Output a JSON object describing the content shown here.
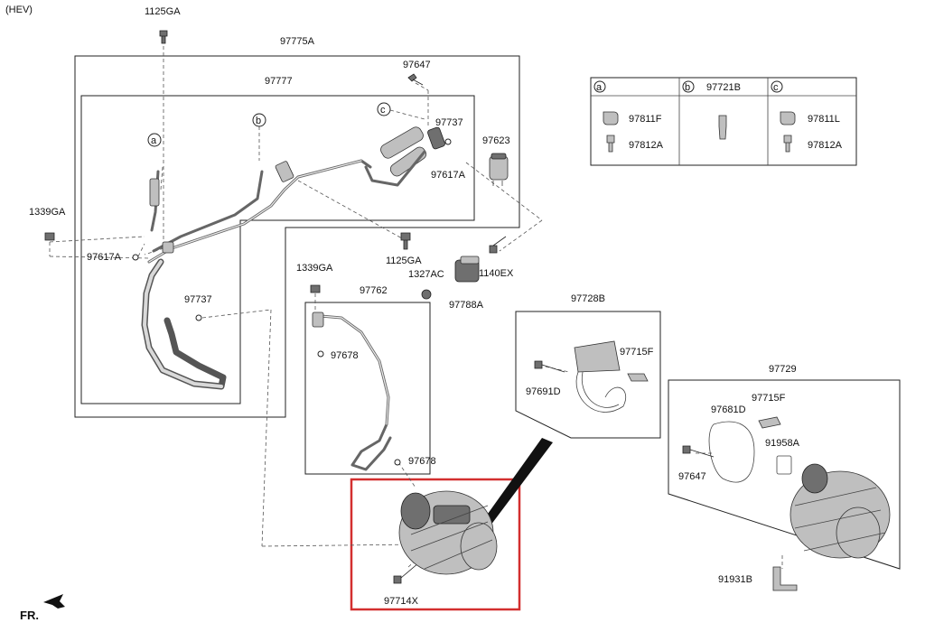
{
  "header": {
    "variant": "(HEV)"
  },
  "parts": {
    "p1125GA_top": "1125GA",
    "p97775A": "97775A",
    "p97647_top": "97647",
    "p97777": "97777",
    "p97737_top": "97737",
    "p97623": "97623",
    "p97617A_right": "97617A",
    "p1339GA_left": "1339GA",
    "p97617A_left": "97617A",
    "p97737_mid": "97737",
    "p1125GA_mid": "1125GA",
    "p1327AC": "1327AC",
    "p1140EX": "1140EX",
    "p97788A": "97788A",
    "p1339GA_mid": "1339GA",
    "p97762": "97762",
    "p97678_a": "97678",
    "p97678_b": "97678",
    "p97728B": "97728B",
    "p97715F_a": "97715F",
    "p97691D": "97691D",
    "p97729": "97729",
    "p97715F_b": "97715F",
    "p97681D": "97681D",
    "p91958A": "91958A",
    "p97647_right": "97647",
    "p91931B": "91931B",
    "p97714X": "97714X"
  },
  "callouts": {
    "a": "a",
    "b": "b",
    "c": "c"
  },
  "legend": {
    "headers": {
      "a": "a",
      "b": "b",
      "b_part": "97721B",
      "c": "c"
    },
    "a_items": [
      "97811F",
      "97812A"
    ],
    "c_items": [
      "97811L",
      "97812A"
    ]
  },
  "footer": {
    "direction": "FR."
  },
  "colors": {
    "highlight": "#d32f2f"
  }
}
